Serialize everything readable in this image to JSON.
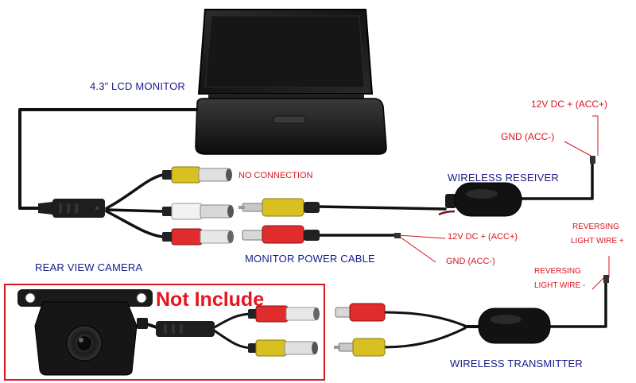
{
  "labels": {
    "monitor": "4.3”  LCD MONITOR",
    "no_connection": "NO CONNECTION",
    "wireless_receiver": "WIRELESS RESEIVER",
    "rear_view_camera": "REAR VIEW CAMERA",
    "monitor_power_cable": "MONITOR POWER CABLE",
    "wireless_transmitter": "WIRELESS TRANSMITTER",
    "not_include": "Not Include",
    "receiver_power_positive": "12V DC + (ACC+)",
    "receiver_ground": "GND (ACC-)",
    "monitor_power_positive": "12V DC + (ACC+)",
    "monitor_ground": "GND (ACC-)",
    "reversing_light_positive_line1": "REVERSING",
    "reversing_light_positive_line2": "LIGHT WIRE +",
    "reversing_light_negative_line1": "REVERSING",
    "reversing_light_negative_line2": "LIGHT WIRE -"
  },
  "colors": {
    "label_blue": "#1a1a8c",
    "label_red": "#d8141e",
    "not_include_box": "#d8141e",
    "cable": "#111111",
    "rca_yellow": "#d8c020",
    "rca_white": "#f2f2f2",
    "rca_red": "#e02c2c",
    "monitor_body": "#1a1a1a"
  }
}
